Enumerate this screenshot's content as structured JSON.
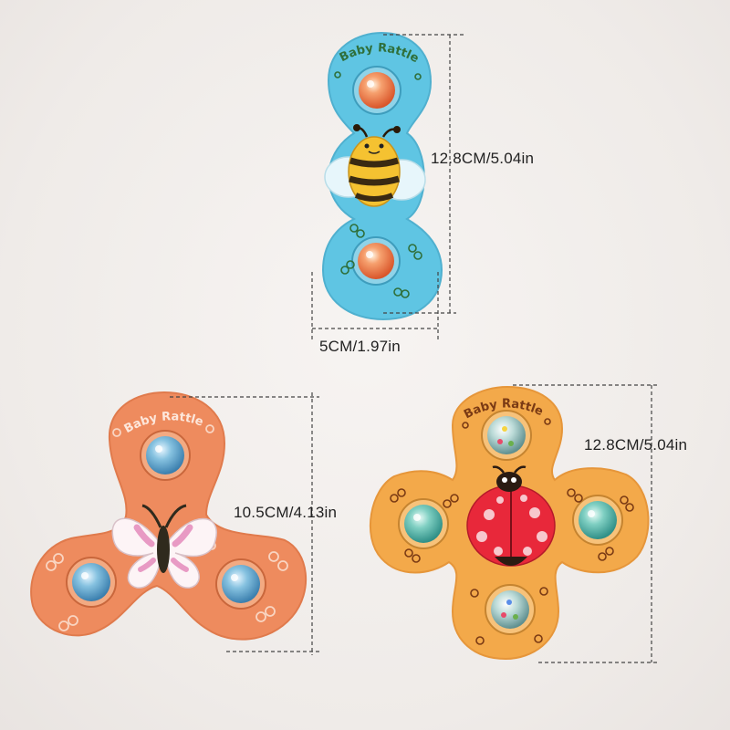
{
  "toys": {
    "bee": {
      "brand_text": "Baby Rattle",
      "height_label": "12.8CM/5.04in",
      "width_label": "5CM/1.97in",
      "body_color": "#5fc5e3",
      "character": "bee-icon"
    },
    "butterfly": {
      "brand_text": "Baby Rattle",
      "size_label": "10.5CM/4.13in",
      "body_color": "#ee8b5e",
      "character": "butterfly-icon"
    },
    "ladybug": {
      "brand_text": "Baby Rattle",
      "size_label": "12.8CM/5.04in",
      "body_color": "#f3a94a",
      "character": "ladybug-icon"
    }
  }
}
